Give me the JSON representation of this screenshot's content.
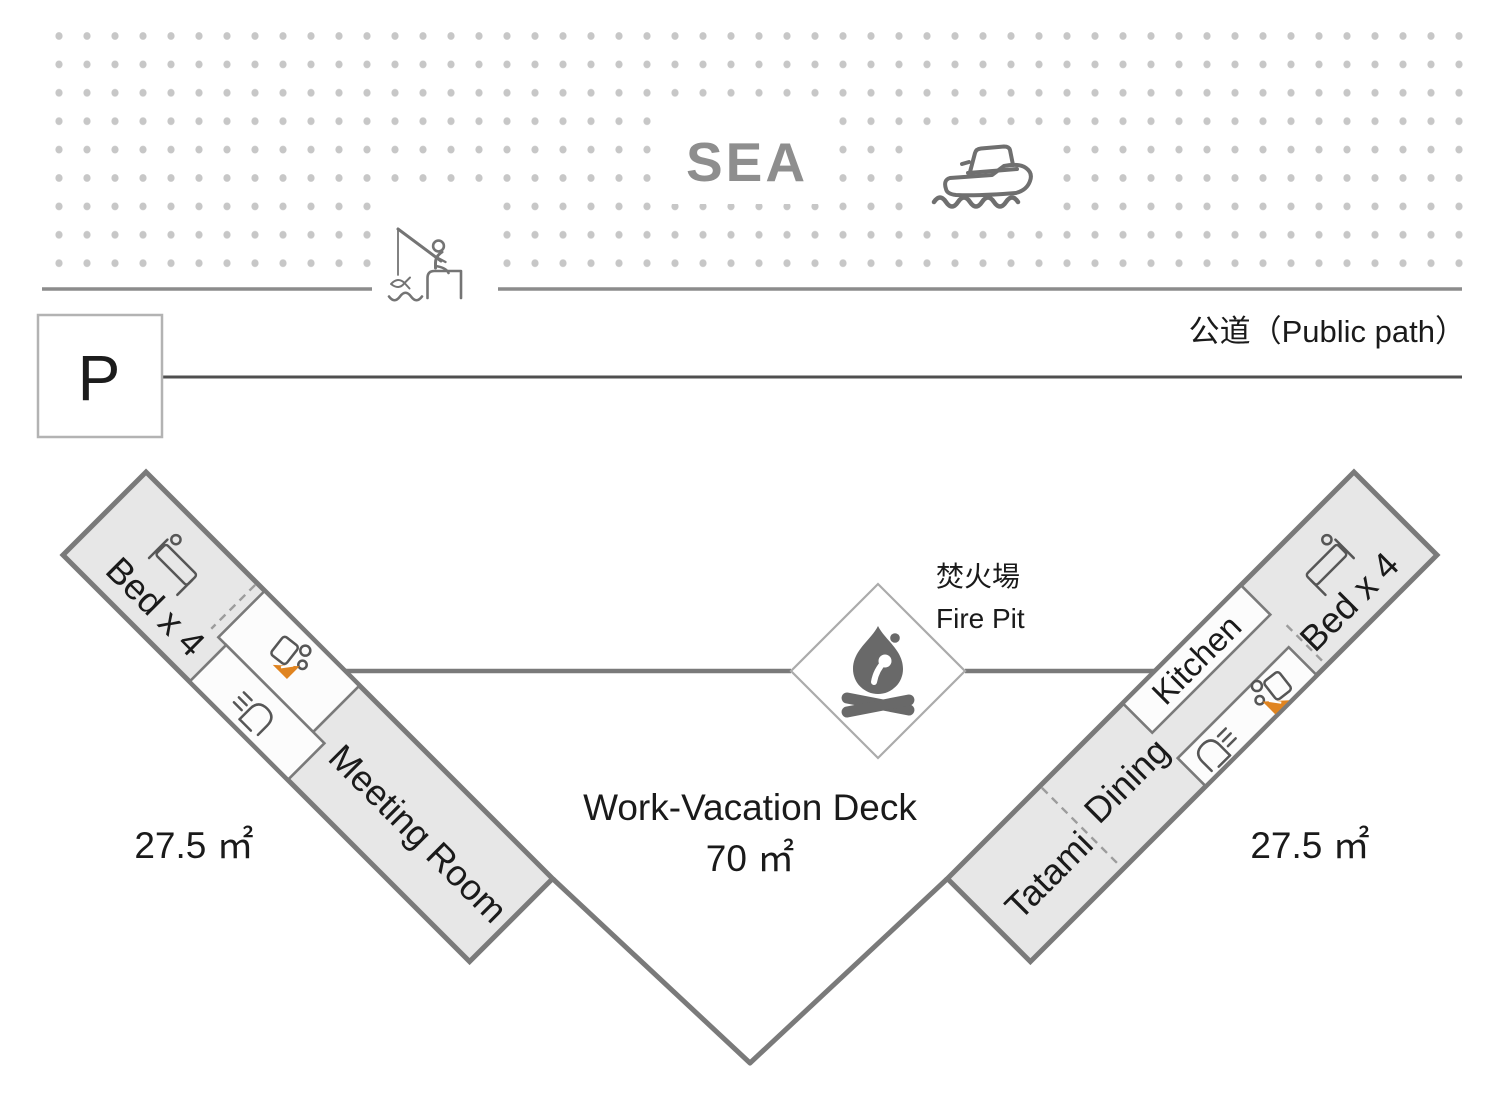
{
  "sea": {
    "label": "SEA"
  },
  "public_path": {
    "label": "公道（Public path）"
  },
  "parking": {
    "label": "P"
  },
  "fire_pit": {
    "label_ja": "焚火場",
    "label_en": "Fire Pit"
  },
  "deck": {
    "label": "Work-Vacation Deck",
    "area": "70 ㎡"
  },
  "left_building": {
    "bed_label": "Bed x 4",
    "meeting_label": "Meeting Room",
    "area": "27.5 ㎡"
  },
  "right_building": {
    "bed_label": "Bed x 4",
    "kitchen_label": "Kitchen",
    "dining_label": "Dining",
    "tatami_label": "Tatami",
    "area": "27.5 ㎡"
  },
  "icons": {
    "boat-icon": "line-art motorboat on zigzag waves",
    "fisherman-icon": "person sitting on shore fishing, line down to a fish",
    "bed-icon": "side-view single bed with pillow-head circle",
    "toilet-icon": "toilet pictogram with tank, two circles and orange spray triangle",
    "shower-icon": "shower head dome with water lines",
    "campfire-icon": "flame over two crossed logs",
    "parking-icon": "letter P in square sign"
  },
  "colors": {
    "accent_orange": "#e08420",
    "building_fill": "#e7e7e7",
    "outline_gray": "#7a7a7a",
    "sea_dot_gray": "#c7c7c7",
    "sea_text_gray": "#8e8e8e",
    "text_dark": "#1a1a1a"
  }
}
